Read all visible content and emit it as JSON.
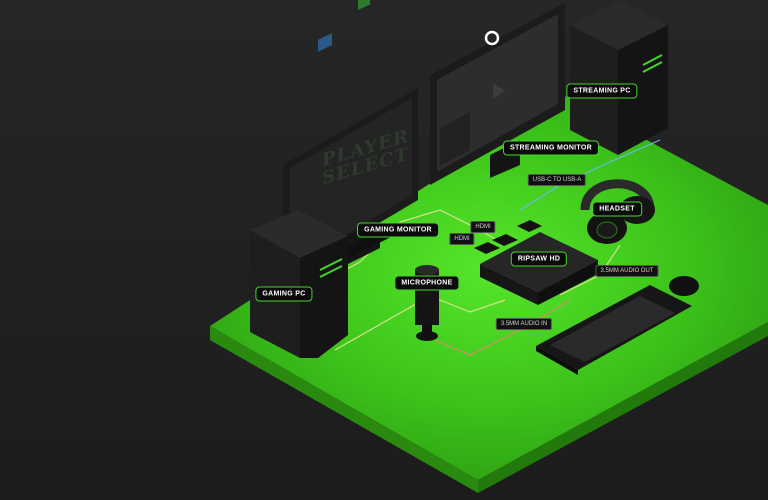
{
  "colors": {
    "background": "#1a1a1a",
    "accent": "#44d62c",
    "desk_top": "#3dbf1b",
    "desk_side": "#2a8a10"
  },
  "screen": {
    "game_title_line1": "PLAYER",
    "game_title_line2": "SELECT"
  },
  "labels": {
    "streaming_pc": "STREAMING PC",
    "streaming_monitor": "STREAMING MONITOR",
    "usb": "USB-C TO USB-A",
    "headset": "HEADSET",
    "gaming_monitor": "GAMING MONITOR",
    "hdmi_1": "HDMI",
    "hdmi_2": "HDMI",
    "ripsaw": "RIPSAW HD",
    "audio_out": "3.5MM AUDIO OUT",
    "gaming_pc": "GAMING PC",
    "microphone": "MICROPHONE",
    "audio_in": "3.5MM AUDIO IN"
  },
  "icons": {
    "top_indicator": "ring-icon",
    "play": "play-icon",
    "mouse": "mouse-icon"
  }
}
